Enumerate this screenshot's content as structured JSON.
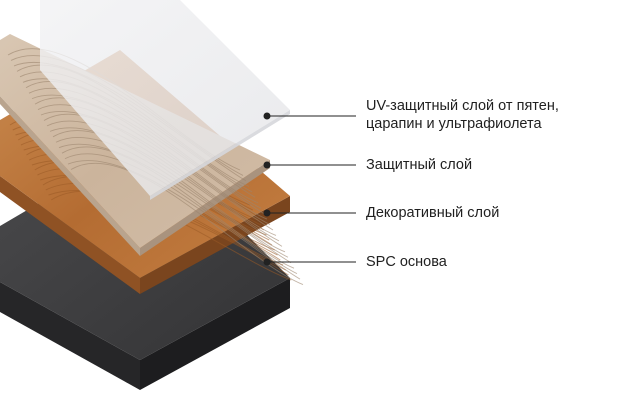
{
  "layers": [
    {
      "label": "UV-защитный слой от пятен,\nцарапин и ультрафиолета",
      "color": "#e9e9ec"
    },
    {
      "label": "Защитный слой",
      "color": "#e2e3e6"
    },
    {
      "label": "Декоративный слой",
      "color": "#b8753e"
    },
    {
      "label": "SPC основа",
      "color": "#3d3d3f"
    }
  ],
  "colors": {
    "leader_line": "#222222",
    "marker_dot": "#222222",
    "background": "#ffffff",
    "wood_light": "#d6c2ad",
    "wood_grain": "#a98e76",
    "wood_orange": "#c0783a"
  }
}
